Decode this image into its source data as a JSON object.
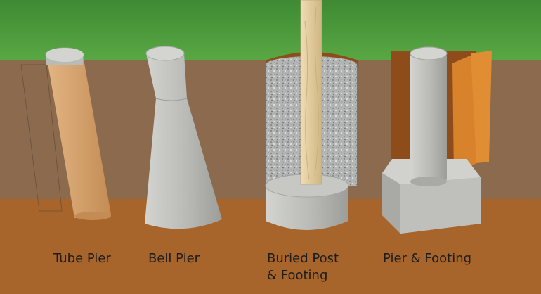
{
  "labels": {
    "tube_pier": "Tube Pier",
    "bell_pier": "Bell Pier",
    "buried_post_line1": "Buried Post",
    "buried_post_line2": "& Footing",
    "pier_footing": "Pier & Footing"
  },
  "colors": {
    "grass": "#4e9a3a",
    "soil_upper": "#8b6a4d",
    "soil_lower": "#a7652b",
    "concrete": "#c3c4c0",
    "tube": "#d4a06c",
    "gravel": "#b9bcbb",
    "post": "#e3cc9e",
    "form_board": "#d8832c"
  }
}
